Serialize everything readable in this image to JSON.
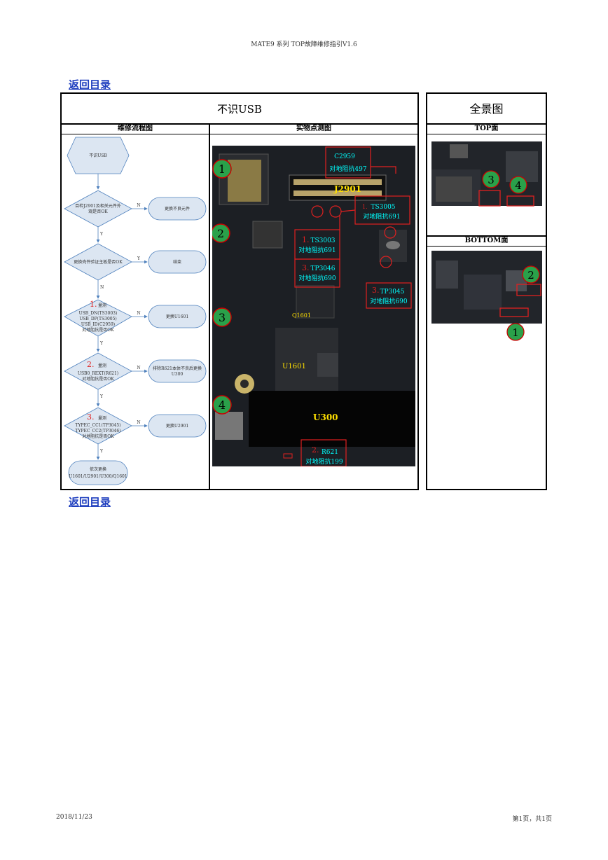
{
  "header": {
    "title": "MATE9 系列 TOP故障维修指引V1.6"
  },
  "nav": {
    "back_link": "返回目录"
  },
  "main_table": {
    "title": "不识USB",
    "col_flow": "维修流程图",
    "col_photo": "实物点测图"
  },
  "overview": {
    "title": "全景图",
    "top_label": "TOP面",
    "bottom_label": "BOTTOM面",
    "top_markers": [
      "3",
      "4"
    ],
    "bottom_markers": [
      "2",
      "1"
    ]
  },
  "flowchart": {
    "start": "不识USB",
    "steps": [
      {
        "question": [
          "目检J2901及相关元件外",
          "观是否OK"
        ],
        "action": "更换不良元件"
      },
      {
        "question": [
          "更换壳件验证主板是否OK"
        ],
        "action": "结束"
      },
      {
        "num": "1.",
        "question": [
          "量测",
          "USB_DN(TS3003)",
          "USB_DP(TS3005)",
          "USB_ID(C2959)",
          "对地阻抗是否OK"
        ],
        "action": "更换U1601"
      },
      {
        "num": "2.",
        "question": [
          "量测",
          "USB0_REXT(R621)",
          "对地阻抗是否OK"
        ],
        "action": [
          "排除R621本体不良后更换",
          "U300"
        ]
      },
      {
        "num": "3.",
        "question": [
          "量测",
          "TYPEC_CC1(TP3045)",
          "TYPEC_CC2(TP3046)",
          "对地阻抗是否OK"
        ],
        "action": "更换U2901"
      }
    ],
    "end": [
      "依次更换",
      "U1601/U2901/U300/Q1601"
    ],
    "yes": "Y",
    "no": "N"
  },
  "photo": {
    "markers": [
      "1",
      "2",
      "3",
      "4"
    ],
    "chips": {
      "j2901": "J2901",
      "u1601": "U1601",
      "u300": "U300",
      "q1601": "Q1601"
    },
    "callouts": {
      "c2959": {
        "name": "C2959",
        "value": "对地阻抗497"
      },
      "ts3005": {
        "num": "1.",
        "name": "TS3005",
        "value": "对地阻抗691"
      },
      "ts3003": {
        "num": "1.",
        "name": "TS3003",
        "value": "对地阻抗691"
      },
      "tp3046": {
        "num": "3.",
        "name": "TP3046",
        "value": "对地阻抗690"
      },
      "tp3045": {
        "num": "3.",
        "name": "TP3045",
        "value": "对地阻抗690"
      },
      "r621": {
        "num": "2.",
        "name": "R621",
        "value": "对地阻抗199"
      }
    }
  },
  "footer": {
    "date": "2018/11/23",
    "page": "第1页，共1页"
  },
  "colors": {
    "link": "#1f3fbf",
    "marker_green": "#2aa14a",
    "callout_red": "#e02020",
    "label_cyan": "#00ffff",
    "chip_yellow": "#ffe000",
    "flow_fill": "#dce6f2",
    "flow_stroke": "#4f81bd"
  }
}
